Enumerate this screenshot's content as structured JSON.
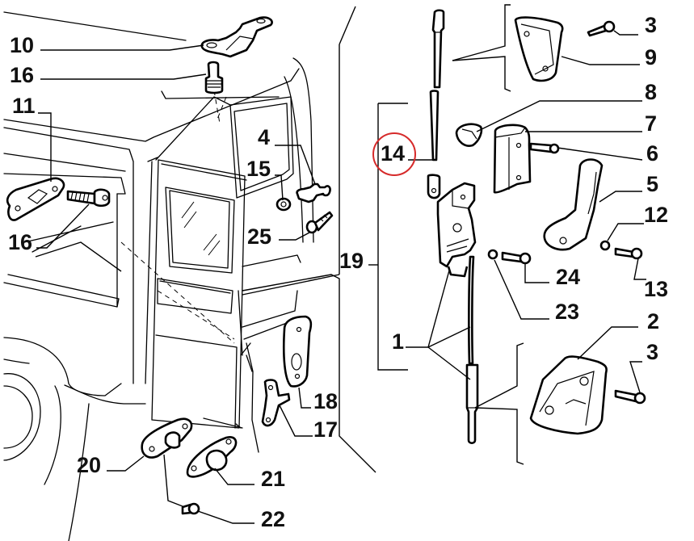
{
  "diagram": {
    "type": "exploded-parts-diagram",
    "subject": "Rear door lock and hinge assembly",
    "highlight_color": "#d62a2a",
    "highlighted_part": "14",
    "callouts": [
      {
        "id": "10",
        "part": "upper-hinge-bracket"
      },
      {
        "id": "16a",
        "label": "16",
        "part": "upper-pin-bolt"
      },
      {
        "id": "11",
        "part": "striker-plate"
      },
      {
        "id": "16b",
        "label": "16",
        "part": "striker-bolt"
      },
      {
        "id": "4",
        "part": "door-stop-pin"
      },
      {
        "id": "15",
        "part": "washer"
      },
      {
        "id": "25",
        "part": "push-clip"
      },
      {
        "id": "19",
        "part": "rear-door-lock-assembly"
      },
      {
        "id": "14",
        "part": "upper-rod"
      },
      {
        "id": "3a",
        "label": "3",
        "part": "screw-upper"
      },
      {
        "id": "9",
        "part": "upper-lock-housing"
      },
      {
        "id": "8",
        "part": "rod-clip"
      },
      {
        "id": "7",
        "part": "handle-cover"
      },
      {
        "id": "6",
        "part": "cover-screw"
      },
      {
        "id": "5",
        "part": "inner-handle"
      },
      {
        "id": "12",
        "part": "handle-washer"
      },
      {
        "id": "13",
        "part": "handle-screw"
      },
      {
        "id": "24",
        "part": "lock-screw"
      },
      {
        "id": "23",
        "part": "lock-washer"
      },
      {
        "id": "1",
        "part": "lock-mechanism-and-lower-rod"
      },
      {
        "id": "2",
        "part": "lower-lock-housing"
      },
      {
        "id": "3b",
        "label": "3",
        "part": "screw-lower"
      },
      {
        "id": "18",
        "part": "door-check-plate"
      },
      {
        "id": "17",
        "part": "door-check-strap"
      },
      {
        "id": "20",
        "part": "lower-hinge-plate"
      },
      {
        "id": "21",
        "part": "door-buffer"
      },
      {
        "id": "22",
        "part": "buffer-screw"
      }
    ],
    "labels": {
      "l10": "10",
      "l16a": "16",
      "l11": "11",
      "l16b": "16",
      "l4": "4",
      "l15": "15",
      "l25": "25",
      "l19": "19",
      "l14": "14",
      "l3a": "3",
      "l9": "9",
      "l8": "8",
      "l7": "7",
      "l6": "6",
      "l5": "5",
      "l12": "12",
      "l13": "13",
      "l24": "24",
      "l23": "23",
      "l1": "1",
      "l2": "2",
      "l3b": "3",
      "l18": "18",
      "l17": "17",
      "l20": "20",
      "l21": "21",
      "l22": "22"
    }
  }
}
